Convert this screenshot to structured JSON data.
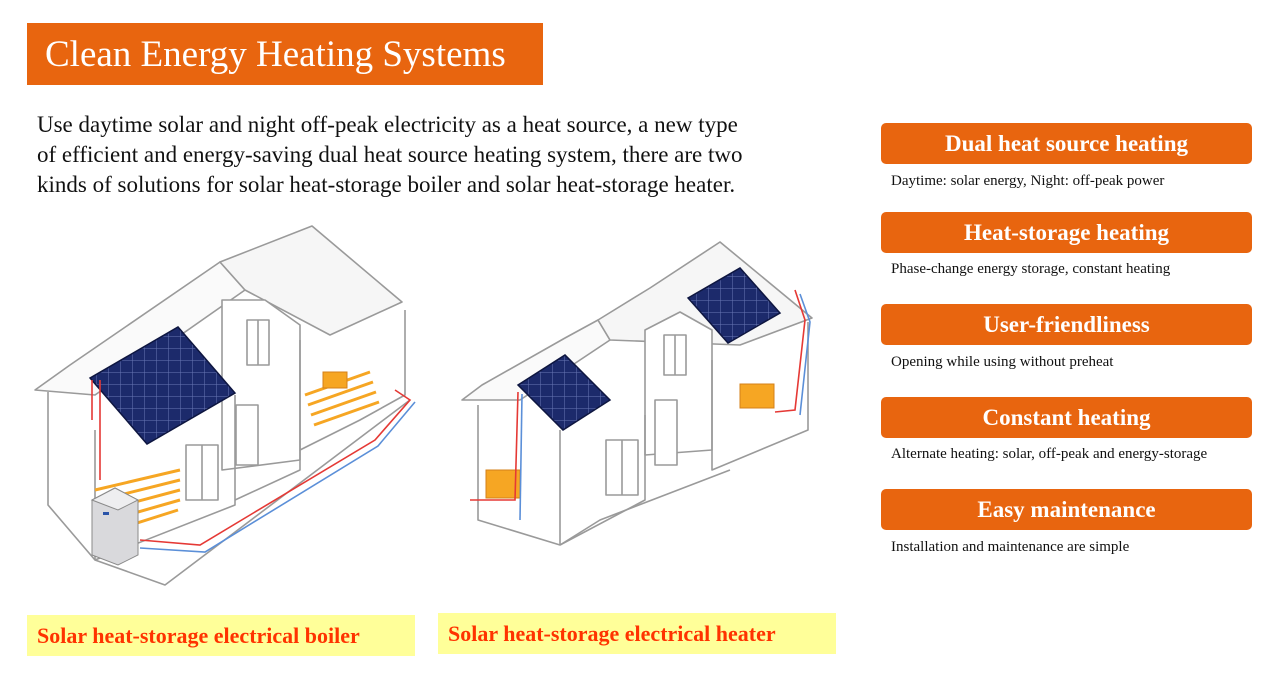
{
  "title": "Clean Energy Heating Systems",
  "intro_lines": [
    "Use daytime solar and night off-peak electricity  as a heat source, a new type",
    "of efficient and energy-saving dual heat source heating system, there are two",
    "kinds of solutions for solar heat-storage boiler and solar heat-storage heater."
  ],
  "features": [
    {
      "title": "Dual heat source heating",
      "desc": "Daytime: solar energy, Night: off-peak power"
    },
    {
      "title": "Heat-storage  heating",
      "desc": "Phase-change energy storage, constant heating"
    },
    {
      "title": "User-friendliness",
      "desc": "Opening while using without preheat"
    },
    {
      "title": "Constant heating",
      "desc": "Alternate heating:  solar, off-peak and energy-storage"
    },
    {
      "title": "Easy maintenance",
      "desc": "Installation and maintenance are simple"
    }
  ],
  "captions": {
    "boiler": "Solar heat-storage electrical boiler",
    "heater": "Solar heat-storage electrical heater"
  },
  "colors": {
    "accent": "#e8650f",
    "caption_bg": "#ffff99",
    "caption_text": "#ff3300",
    "solar_panel": "#1c2a6b",
    "hot_pipe": "#e53935",
    "cold_pipe": "#5b8fd8",
    "floor_heating": "#f6a623"
  }
}
